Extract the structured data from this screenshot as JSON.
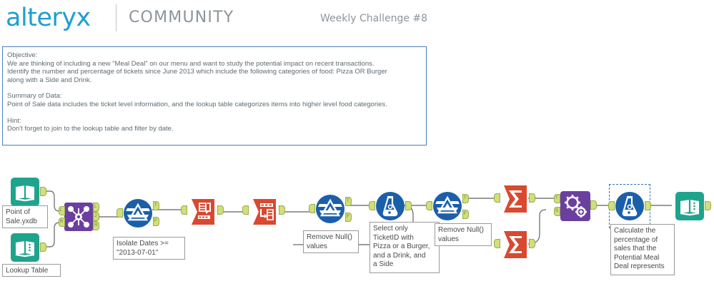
{
  "header": {
    "logo": "alteryx",
    "section": "COMMUNITY",
    "challenge_title": "Weekly Challenge #8",
    "logo_color": "#1f9ed1",
    "section_color": "#8d949a"
  },
  "objective_panel": {
    "border_color": "#4a7ebb",
    "lines": [
      "Objective:",
      "We are thinking of including a new \"Meal Deal\" on our menu and want to study the potential impact on recent transactions.",
      "Identify the number and percentage of tickets since June 2013 which include the following categories of food: Pizza OR Burger",
      "along with a Side and Drink.",
      "",
      "Summary of Data:",
      "Point of Sale data includes the ticket level information, and the lookup table categorizes items into higher level food categories.",
      "",
      "Hint:",
      "Don't forget to join to the lookup table and filter by date."
    ]
  },
  "workflow": {
    "colors": {
      "input_teal": "#1fa48c",
      "join_purple": "#6b3fa0",
      "red_tool": "#d8492f",
      "blue_tool": "#1b5faa",
      "nub_green": "#cfe07a",
      "wire_gray": "#7a7a7a",
      "selection": "#2f6fb5"
    },
    "nodes": [
      {
        "id": "input-point-of-sale",
        "tool": "input-data-tool",
        "icon": "book-icon"
      },
      {
        "id": "input-lookup-table",
        "tool": "input-data-tool",
        "icon": "book-dots-icon"
      },
      {
        "id": "join-tool",
        "tool": "join-tool",
        "icon": "join-nodes-icon"
      },
      {
        "id": "filter-dates",
        "tool": "filter-tool",
        "icon": "funnel-icon"
      },
      {
        "id": "summarize-1",
        "tool": "summarize-tool",
        "icon": "sigma-icon"
      },
      {
        "id": "crosstab-tool",
        "tool": "crosstab-tool",
        "icon": "crosstab-icon"
      },
      {
        "id": "filter-nulls-1",
        "tool": "filter-tool",
        "icon": "funnel-icon"
      },
      {
        "id": "formula-select",
        "tool": "formula-tool",
        "icon": "flask-icon"
      },
      {
        "id": "filter-nulls-2",
        "tool": "filter-tool",
        "icon": "funnel-icon"
      },
      {
        "id": "summarize-2",
        "tool": "summarize-tool",
        "icon": "sigma-icon"
      },
      {
        "id": "summarize-3",
        "tool": "summarize-tool",
        "icon": "sigma-icon"
      },
      {
        "id": "append-fields",
        "tool": "append-fields-tool",
        "icon": "gears-icon"
      },
      {
        "id": "formula-calculate",
        "tool": "formula-tool",
        "icon": "flask-icon",
        "selected": true
      },
      {
        "id": "browse-output",
        "tool": "browse-tool",
        "icon": "book-dots-icon"
      }
    ],
    "labels": {
      "input_point_of_sale": "Point of\nSale.yxdb",
      "input_lookup_table": "Lookup Table",
      "filter_dates": "Isolate Dates >=\n\"2013-07-01\"",
      "filter_nulls_1": "Remove Null()\nvalues",
      "formula_select": "Select only\nTicketID with\nPizza or a Burger,\nand a Drink, and\na Side",
      "filter_nulls_2": "Remove Null()\nvalues",
      "formula_calculate": "Calculate the\npercentage of\nsales that the\nPotential Meal\nDeal represents"
    },
    "nub_letters": {
      "join_left_top": "L",
      "join_left_bottom": "R",
      "join_right_top": "L",
      "join_right_mid": "J",
      "join_right_bottom": "R",
      "filter_true": "T",
      "filter_false": "F",
      "append_target": "T",
      "append_source": "S"
    }
  }
}
